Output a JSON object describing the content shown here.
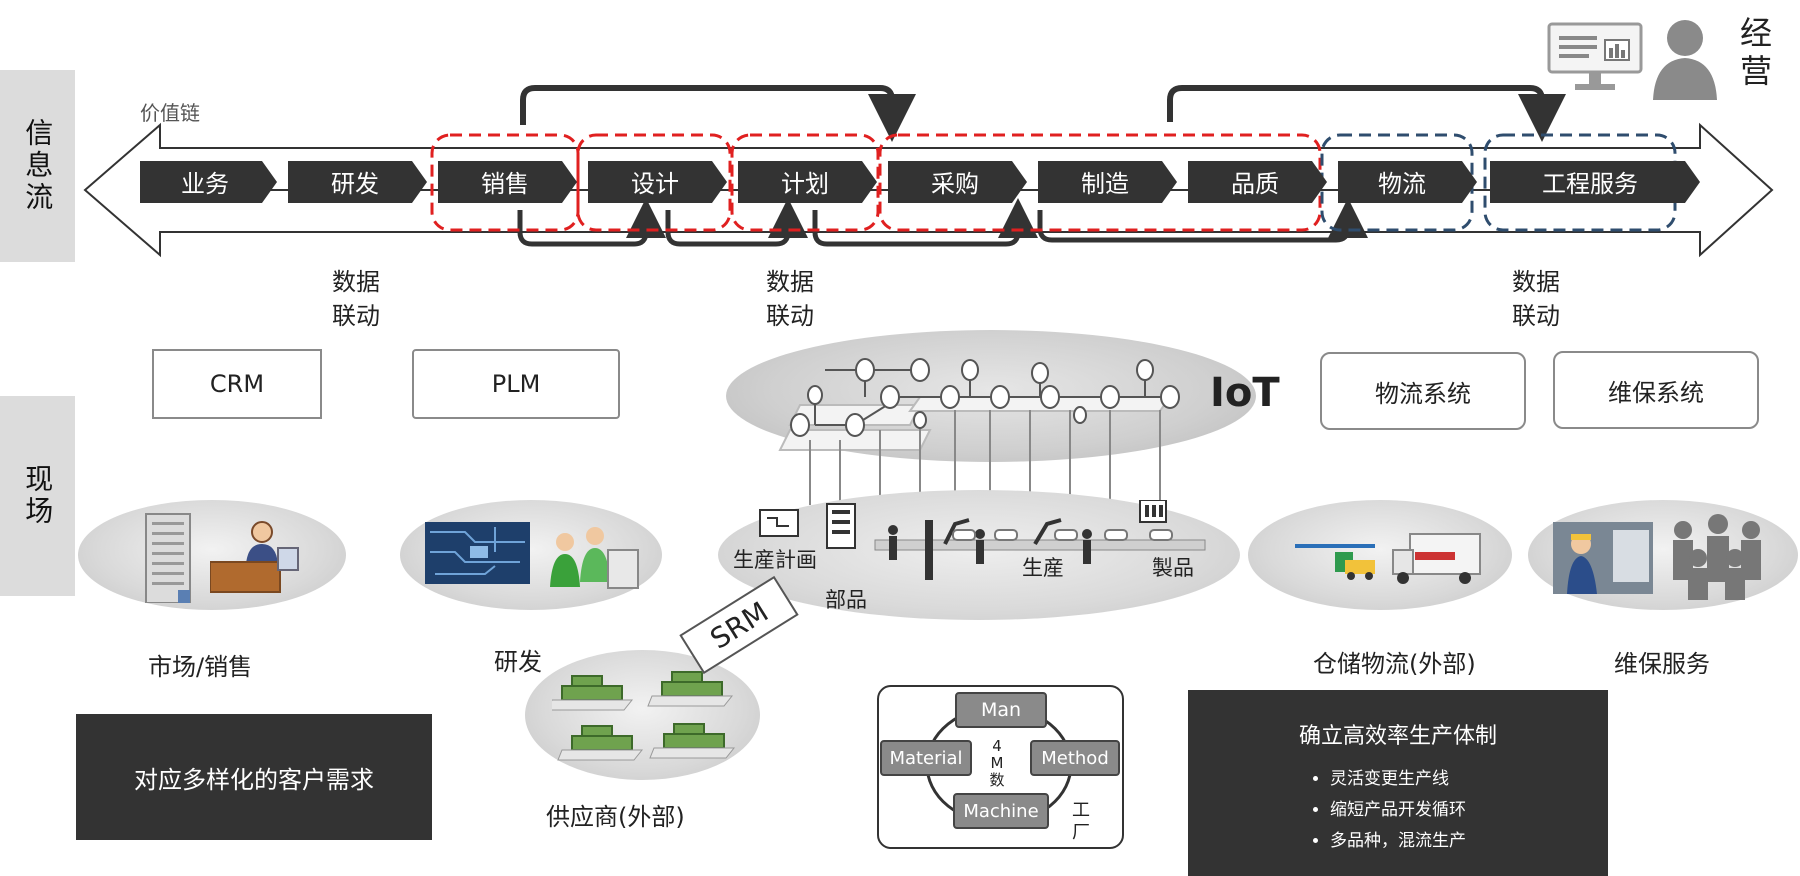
{
  "side_labels": {
    "info_flow": "信息流",
    "field": "现场"
  },
  "management": {
    "label": "经营",
    "icon": "executive-with-monitor-icon"
  },
  "value_chain": {
    "label": "价值链",
    "steps": [
      "业务",
      "研发",
      "销售",
      "设计",
      "计划",
      "采购",
      "制造",
      "品质",
      "物流",
      "工程服务"
    ]
  },
  "data_link": {
    "line1": "数据",
    "line2": "联动"
  },
  "systems": {
    "crm": "CRM",
    "plm": "PLM",
    "iot": "IoT",
    "logistics": "物流系统",
    "maintenance": "维保系统"
  },
  "field": {
    "market_sales": "市场/销售",
    "rd": "研发",
    "srm": "SRM",
    "supplier": "供应商(外部)",
    "factory_plan": "生産計画",
    "parts": "部品",
    "production": "生産",
    "products": "製品",
    "warehouse": "仓储物流(外部)",
    "maintenance_service": "维保服务"
  },
  "four_m": {
    "man": "Man",
    "material": "Material",
    "method": "Method",
    "machine": "Machine",
    "center": "4 M 数",
    "factory": "工 厂"
  },
  "customer_box": "对应多样化的客户需求",
  "efficiency_box": {
    "title": "确立高效率生产体制",
    "bullets": [
      "灵活变更生产线",
      "缩短产品开发循环",
      "多品种，混流生产"
    ]
  },
  "colors": {
    "step_fill": "#333333",
    "red_dash": "#e02020",
    "blue_dash": "#2f4d6e",
    "dark_box": "#333333",
    "side_bar": "#dcdcdc"
  }
}
